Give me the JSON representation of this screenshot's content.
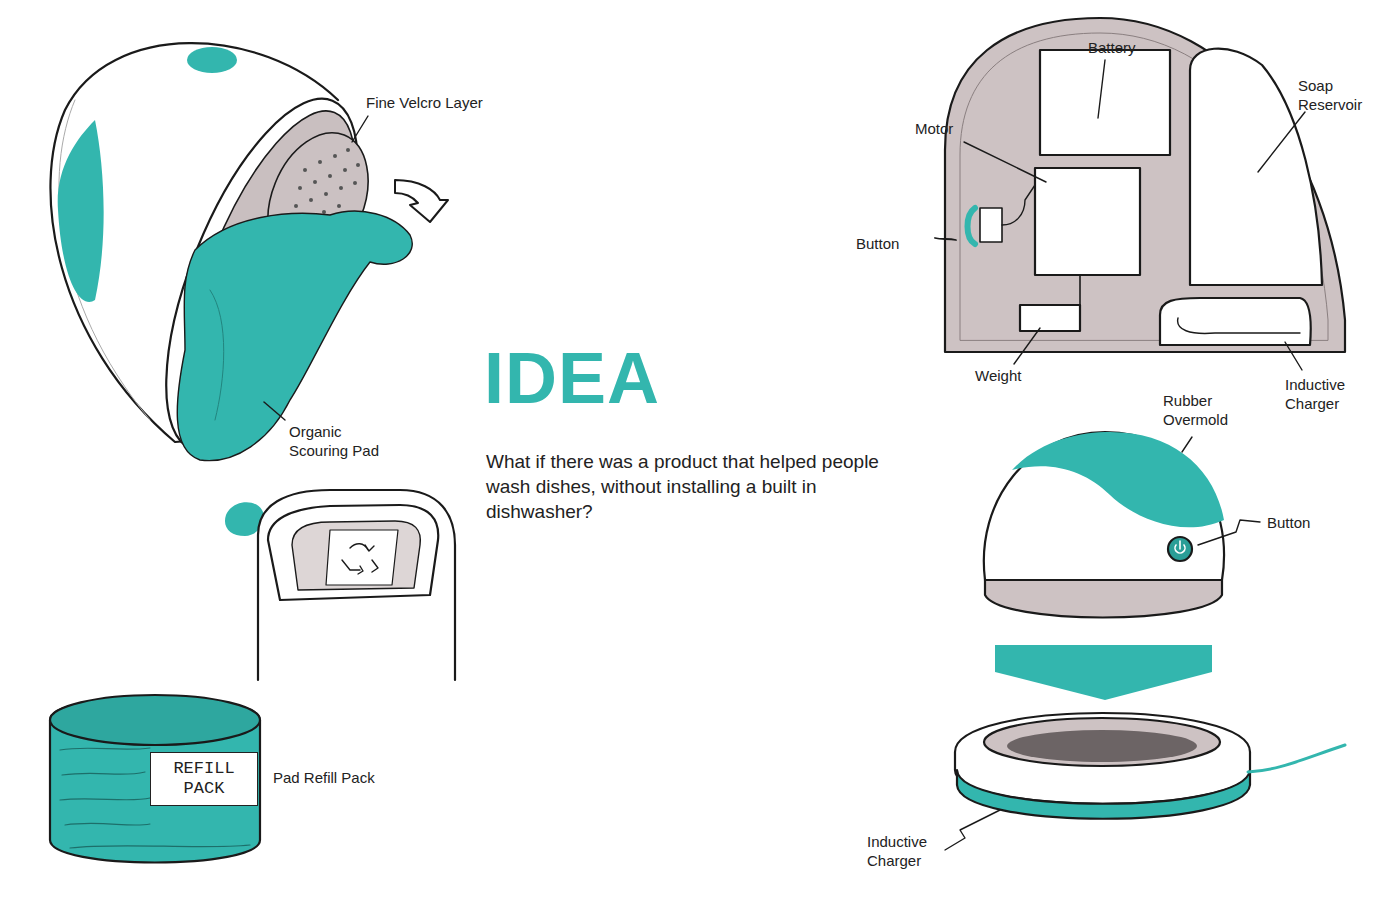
{
  "diagram": {
    "title": "IDEA",
    "caption": "What if there was a product that helped people wash dishes, without installing a built in dishwasher?",
    "nodes": [
      {
        "text": [
          "REFILL PACK"
        ]
      }
    ],
    "labels": [
      "Fine Velcro Layer",
      "Organic Scouring Pad",
      "Pad Refill Pack",
      "Battery",
      "Soap Reservoir",
      "Motor",
      "Button",
      "Weight",
      "Inductive Charger",
      "Rubber Overmold",
      "Button",
      "Inductive Charger"
    ]
  }
}
